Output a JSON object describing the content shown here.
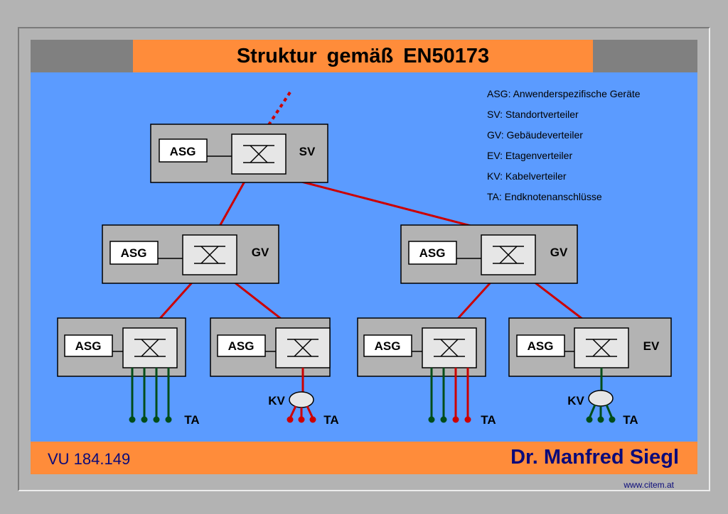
{
  "title": "Struktur  gemäß  EN50173",
  "legend": [
    "ASG: Anwenderspezifische Geräte",
    "SV: Standortverteiler",
    "GV: Gebäudeverteiler",
    "EV: Etagenverteiler",
    "KV: Kabelverteiler",
    "TA: Endknotenanschlüsse"
  ],
  "diagram": {
    "nodes": [
      {
        "asg_label": "ASG",
        "type_label": "SV"
      },
      {
        "asg_label": "ASG",
        "type_label": "GV"
      },
      {
        "asg_label": "ASG",
        "type_label": "GV"
      },
      {
        "asg_label": "ASG",
        "type_label": ""
      },
      {
        "asg_label": "ASG",
        "type_label": ""
      },
      {
        "asg_label": "ASG",
        "type_label": ""
      },
      {
        "asg_label": "ASG",
        "type_label": "EV"
      }
    ],
    "kv_labels": [
      "KV",
      "KV"
    ],
    "ta_labels": [
      "TA",
      "TA",
      "TA",
      "TA"
    ]
  },
  "footer": {
    "course_code": "VU 184.149",
    "author": "Dr. Manfred Siegl",
    "website": "www.citem.at"
  },
  "colors": {
    "background": "#b3b3b3",
    "band": "#ff8c3a",
    "canvas": "#5b9bff",
    "box": "#b3b3b3",
    "switch": "#e6e6e6",
    "red_link": "#cc0000",
    "green_link": "#004d1a",
    "navy_text": "#0a0a7a"
  }
}
